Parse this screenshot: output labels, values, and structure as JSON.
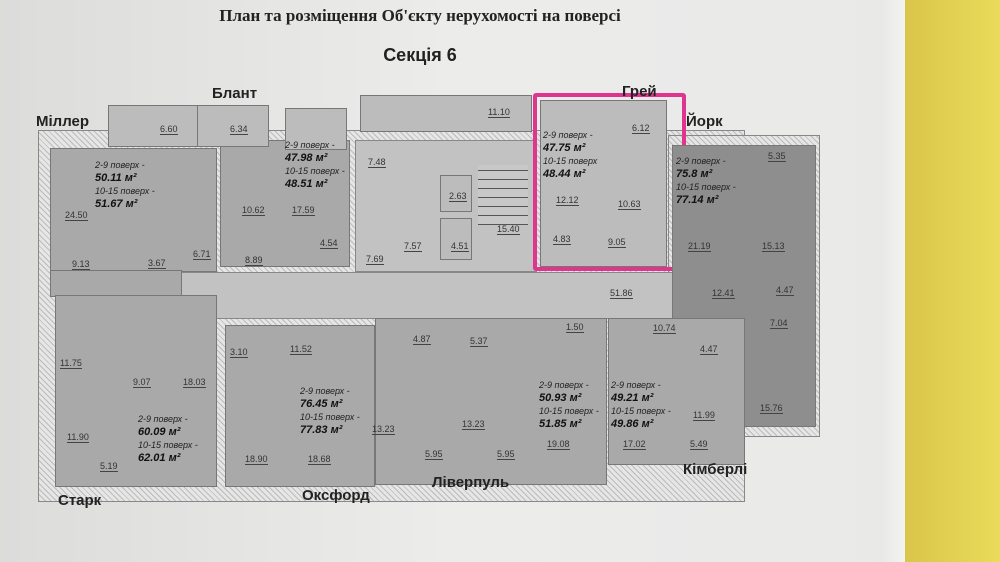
{
  "header": {
    "title": "План та розміщення Об'єкту нерухомості на поверсі",
    "section": "Секція 6"
  },
  "apartments": [
    {
      "name": "Міллер",
      "floors_a": "2-9 поверх -",
      "area_a": "50.11 м²",
      "floors_b": "10-15 поверх -",
      "area_b": "51.67 м²",
      "rooms": [
        "6.60",
        "24.50",
        "9.13",
        "3.67",
        "6.71"
      ]
    },
    {
      "name": "Блант",
      "floors_a": "2-9 поверх -",
      "area_a": "47.98 м²",
      "floors_b": "10-15 поверх -",
      "area_b": "48.51 м²",
      "rooms": [
        "6.34",
        "10.62",
        "17.59",
        "4.54",
        "8.89"
      ]
    },
    {
      "name": "Грей",
      "floors_a": "2-9 поверх -",
      "area_a": "47.75 м²",
      "floors_b": "10-15 поверх",
      "area_b": "48.44 м²",
      "rooms": [
        "6.12",
        "12.12",
        "10.63",
        "4.83",
        "9.05"
      ],
      "highlighted": true,
      "highlight_color": "#e0358f"
    },
    {
      "name": "Йорк",
      "floors_a": "2-9 поверх -",
      "area_a": "75.8 м²",
      "floors_b": "10-15 поверх -",
      "area_b": "77.14 м²",
      "rooms": [
        "5.35",
        "21.19",
        "15.13",
        "12.41",
        "4.47",
        "7.04",
        "15.76"
      ]
    },
    {
      "name": "Старк",
      "floors_a": "2-9 поверх -",
      "area_a": "60.09 м²",
      "floors_b": "10-15 поверх -",
      "area_b": "62.01 м²",
      "rooms": [
        "11.75",
        "9.07",
        "18.03",
        "11.90",
        "5.19"
      ]
    },
    {
      "name": "Оксфорд",
      "floors_a": "2-9 поверх -",
      "area_a": "76.45 м²",
      "floors_b": "10-15 поверх -",
      "area_b": "77.83 м²",
      "rooms": [
        "3.10",
        "11.52",
        "18.90",
        "18.68",
        "13.23"
      ]
    },
    {
      "name": "Ліверпуль",
      "floors_a": "2-9 поверх -",
      "area_a": "50.93 м²",
      "floors_b": "10-15 поверх -",
      "area_b": "51.85 м²",
      "rooms": [
        "4.87",
        "5.37",
        "1.50",
        "13.23",
        "19.08",
        "5.95",
        "5.95"
      ]
    },
    {
      "name": "Кімберлі",
      "floors_a": "2-9 поверх -",
      "area_a": "49.21 м²",
      "floors_b": "10-15 поверх -",
      "area_b": "49.86 м²",
      "rooms": [
        "10.74",
        "4.47",
        "11.99",
        "17.02",
        "5.49"
      ]
    }
  ],
  "common": [
    "11.10",
    "7.48",
    "2.63",
    "15.40",
    "7.57",
    "4.51",
    "7.69",
    "51.86"
  ]
}
